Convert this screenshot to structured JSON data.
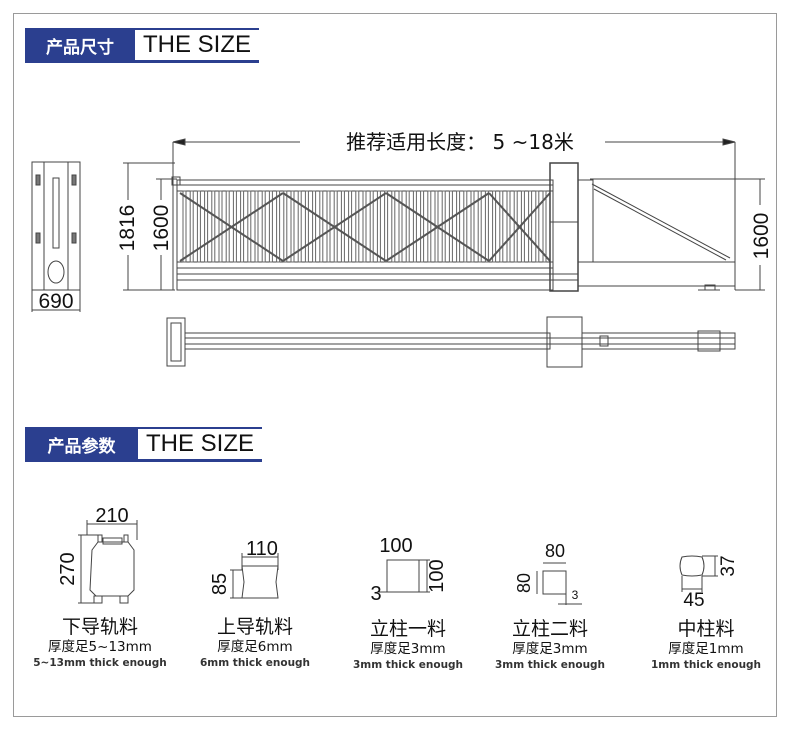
{
  "section1": {
    "title_cn": "产品尺寸",
    "title_en": "THE SIZE"
  },
  "section2": {
    "title_cn": "产品参数",
    "title_en": "THE SIZE"
  },
  "drawing": {
    "length_label": "推荐适用长度： 5 ~18米",
    "side_width": "690",
    "overall_height": "1816",
    "gate_height": "1600",
    "tail_height": "1600"
  },
  "profiles": [
    {
      "name": "下导轨料",
      "thickness_cn": "厚度足5~13mm",
      "thickness_en": "5~13mm thick enough",
      "dims": [
        "210",
        "270"
      ]
    },
    {
      "name": "上导轨料",
      "thickness_cn": "厚度足6mm",
      "thickness_en": "6mm thick enough",
      "dims": [
        "110",
        "85"
      ]
    },
    {
      "name": "立柱一料",
      "thickness_cn": "厚度足3mm",
      "thickness_en": "3mm thick enough",
      "dims": [
        "100",
        "100",
        "3"
      ]
    },
    {
      "name": "立柱二料",
      "thickness_cn": "厚度足3mm",
      "thickness_en": "3mm thick enough",
      "dims": [
        "80",
        "80",
        "3"
      ]
    },
    {
      "name": "中柱料",
      "thickness_cn": "厚度足1mm",
      "thickness_en": "1mm thick enough",
      "dims": [
        "37",
        "45"
      ]
    }
  ],
  "colors": {
    "accent": "#2b3f8f",
    "line": "#333333"
  }
}
